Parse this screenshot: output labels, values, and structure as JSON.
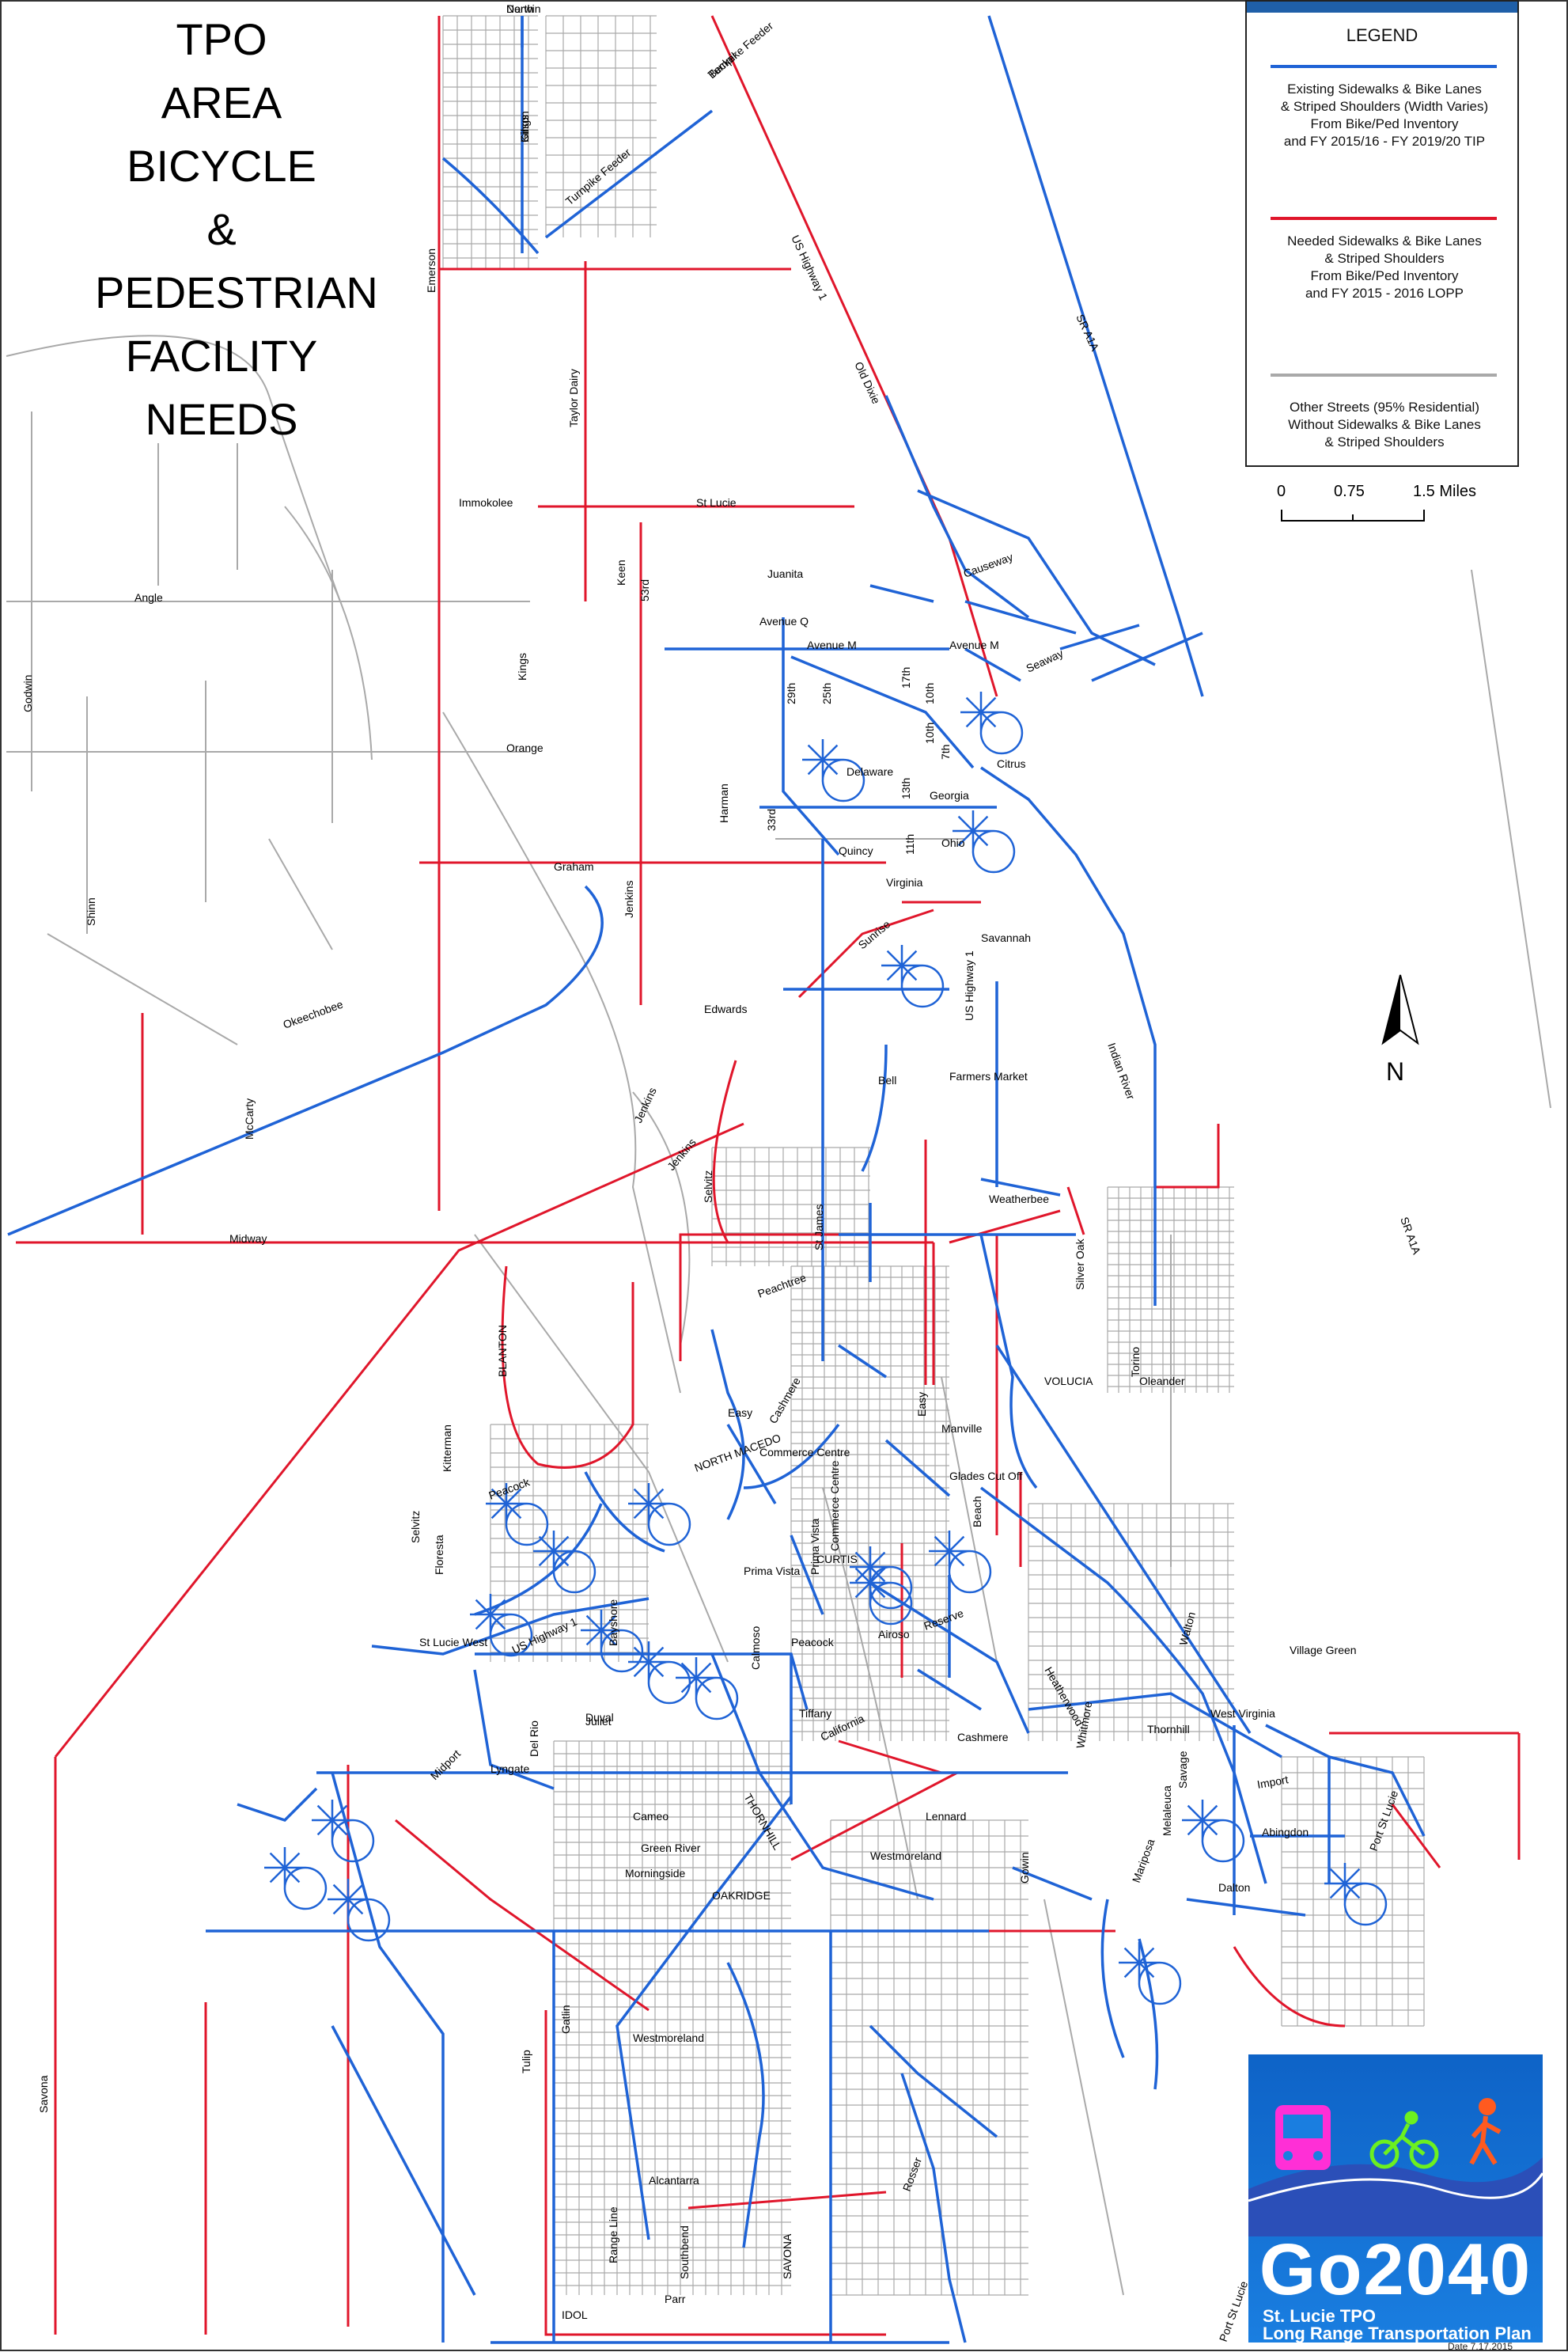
{
  "title": {
    "lines": [
      "TPO",
      "AREA",
      "BICYCLE",
      "&",
      "PEDESTRIAN",
      "FACILITY",
      "NEEDS"
    ]
  },
  "legend": {
    "heading": "LEGEND",
    "items": [
      {
        "color": "#1f63d6",
        "lines": [
          "Existing Sidewalks & Bike Lanes",
          "& Striped Shoulders (Width Varies)",
          "From Bike/Ped Inventory",
          "and FY 2015/16 - FY 2019/20 TIP"
        ]
      },
      {
        "color": "#e0162b",
        "lines": [
          "Needed Sidewalks & Bike Lanes",
          "& Striped Shoulders",
          "From Bike/Ped Inventory",
          "and FY 2015 - 2016 LOPP"
        ]
      },
      {
        "color": "#a9a9a9",
        "lines": [
          "Other Streets (95% Residential)",
          "Without Sidewalks & Bike Lanes",
          "& Striped Shoulders"
        ]
      }
    ]
  },
  "scale": {
    "labels": [
      "0",
      "0.75",
      "1.5 Miles"
    ]
  },
  "north_label": "N",
  "logo": {
    "name": "Go2040",
    "org": "St. Lucie TPO",
    "plan": "Long Range Transportation Plan"
  },
  "date": "Date 7.17.2015",
  "colors": {
    "existing": "#1f63d6",
    "needed": "#e0162b",
    "other": "#a9a9a9"
  },
  "labels": [
    "North",
    "Turnpike Feeder",
    "Kings",
    "Turnpike Feeder",
    "Emerson",
    "US Highway 1",
    "Old Dixie",
    "SR A1A",
    "Taylor Dairy",
    "Immokolee",
    "St Lucie",
    "Keen",
    "53rd",
    "Juanita",
    "Causeway",
    "Angle",
    "Avenue Q",
    "Avenue M",
    "Avenue M",
    "Seaway",
    "Godwin",
    "Kings",
    "29th",
    "25th",
    "17th",
    "10th",
    "Orange",
    "10th",
    "7th",
    "Citrus",
    "Delaware",
    "13th",
    "Georgia",
    "Harman",
    "33rd",
    "11th",
    "Ohio",
    "Quincy",
    "Shinn",
    "Graham",
    "Jenkins",
    "Virginia",
    "Sunrise",
    "Savannah",
    "Edwards",
    "Okeechobee",
    "US Highway 1",
    "Indian River",
    "Bell",
    "Farmers Market",
    "McCarty",
    "Jenkins",
    "Selvitz",
    "Jenkins",
    "Weatherbee",
    "SR A1A",
    "Midway",
    "St James",
    "Peachtree",
    "Silver Oak",
    "BLANTON",
    "Torino",
    "VOLUCIA",
    "Oleander",
    "Easy",
    "Easy",
    "Manville",
    "Kitterman",
    "Commerce Centre",
    "NORTH MACEDO",
    "Cashmere",
    "Glades Cut Off",
    "Peacock",
    "Beach",
    "Floresta",
    "Selvitz",
    "Commerce Centre",
    "CURTIS",
    "Prima Vista",
    "Prima Vista",
    "Reserve",
    "Peacock",
    "St Lucie West",
    "Bayshore",
    "Airoso",
    "Calmoso",
    "US Highway 1",
    "Duval",
    "Heatherwood",
    "Walton",
    "Village Green",
    "West Virginia",
    "Tiffany",
    "Juliet",
    "Cashmere",
    "Whitmore",
    "Thornhill",
    "Del Rio",
    "California",
    "Midport",
    "Lyngate",
    "THORNHILL",
    "Savage",
    "Import",
    "Cameo",
    "Lennard",
    "Melaleuca",
    "Abingdon",
    "Port St Lucie",
    "Gowin",
    "Mariposa",
    "Green River",
    "Westmoreland",
    "Morningside",
    "Dalton",
    "OAKRIDGE",
    "Gatlin",
    "Westmoreland",
    "Tulip",
    "Savona",
    "Alcantarra",
    "Rosser",
    "Range Line",
    "Parr",
    "Southbend",
    "SAVONA",
    "IDOL",
    "Port St Lucie",
    "Darwin",
    "Becker",
    "Gilson"
  ]
}
